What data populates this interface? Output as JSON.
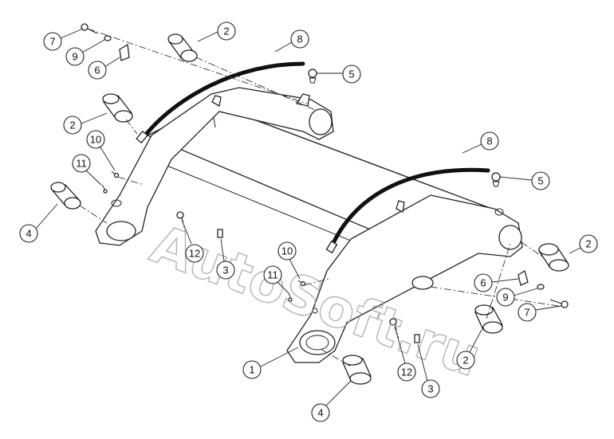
{
  "watermark": "AutoSoft.ru",
  "callouts": [
    {
      "label": "7"
    },
    {
      "label": "9"
    },
    {
      "label": "6"
    },
    {
      "label": "2"
    },
    {
      "label": "8"
    },
    {
      "label": "5"
    },
    {
      "label": "2"
    },
    {
      "label": "10"
    },
    {
      "label": "11"
    },
    {
      "label": "4"
    },
    {
      "label": "12"
    },
    {
      "label": "3"
    },
    {
      "label": "8"
    },
    {
      "label": "5"
    },
    {
      "label": "2"
    },
    {
      "label": "10"
    },
    {
      "label": "11"
    },
    {
      "label": "6"
    },
    {
      "label": "9"
    },
    {
      "label": "7"
    },
    {
      "label": "2"
    },
    {
      "label": "1"
    },
    {
      "label": "12"
    },
    {
      "label": "3"
    },
    {
      "label": "4"
    }
  ]
}
